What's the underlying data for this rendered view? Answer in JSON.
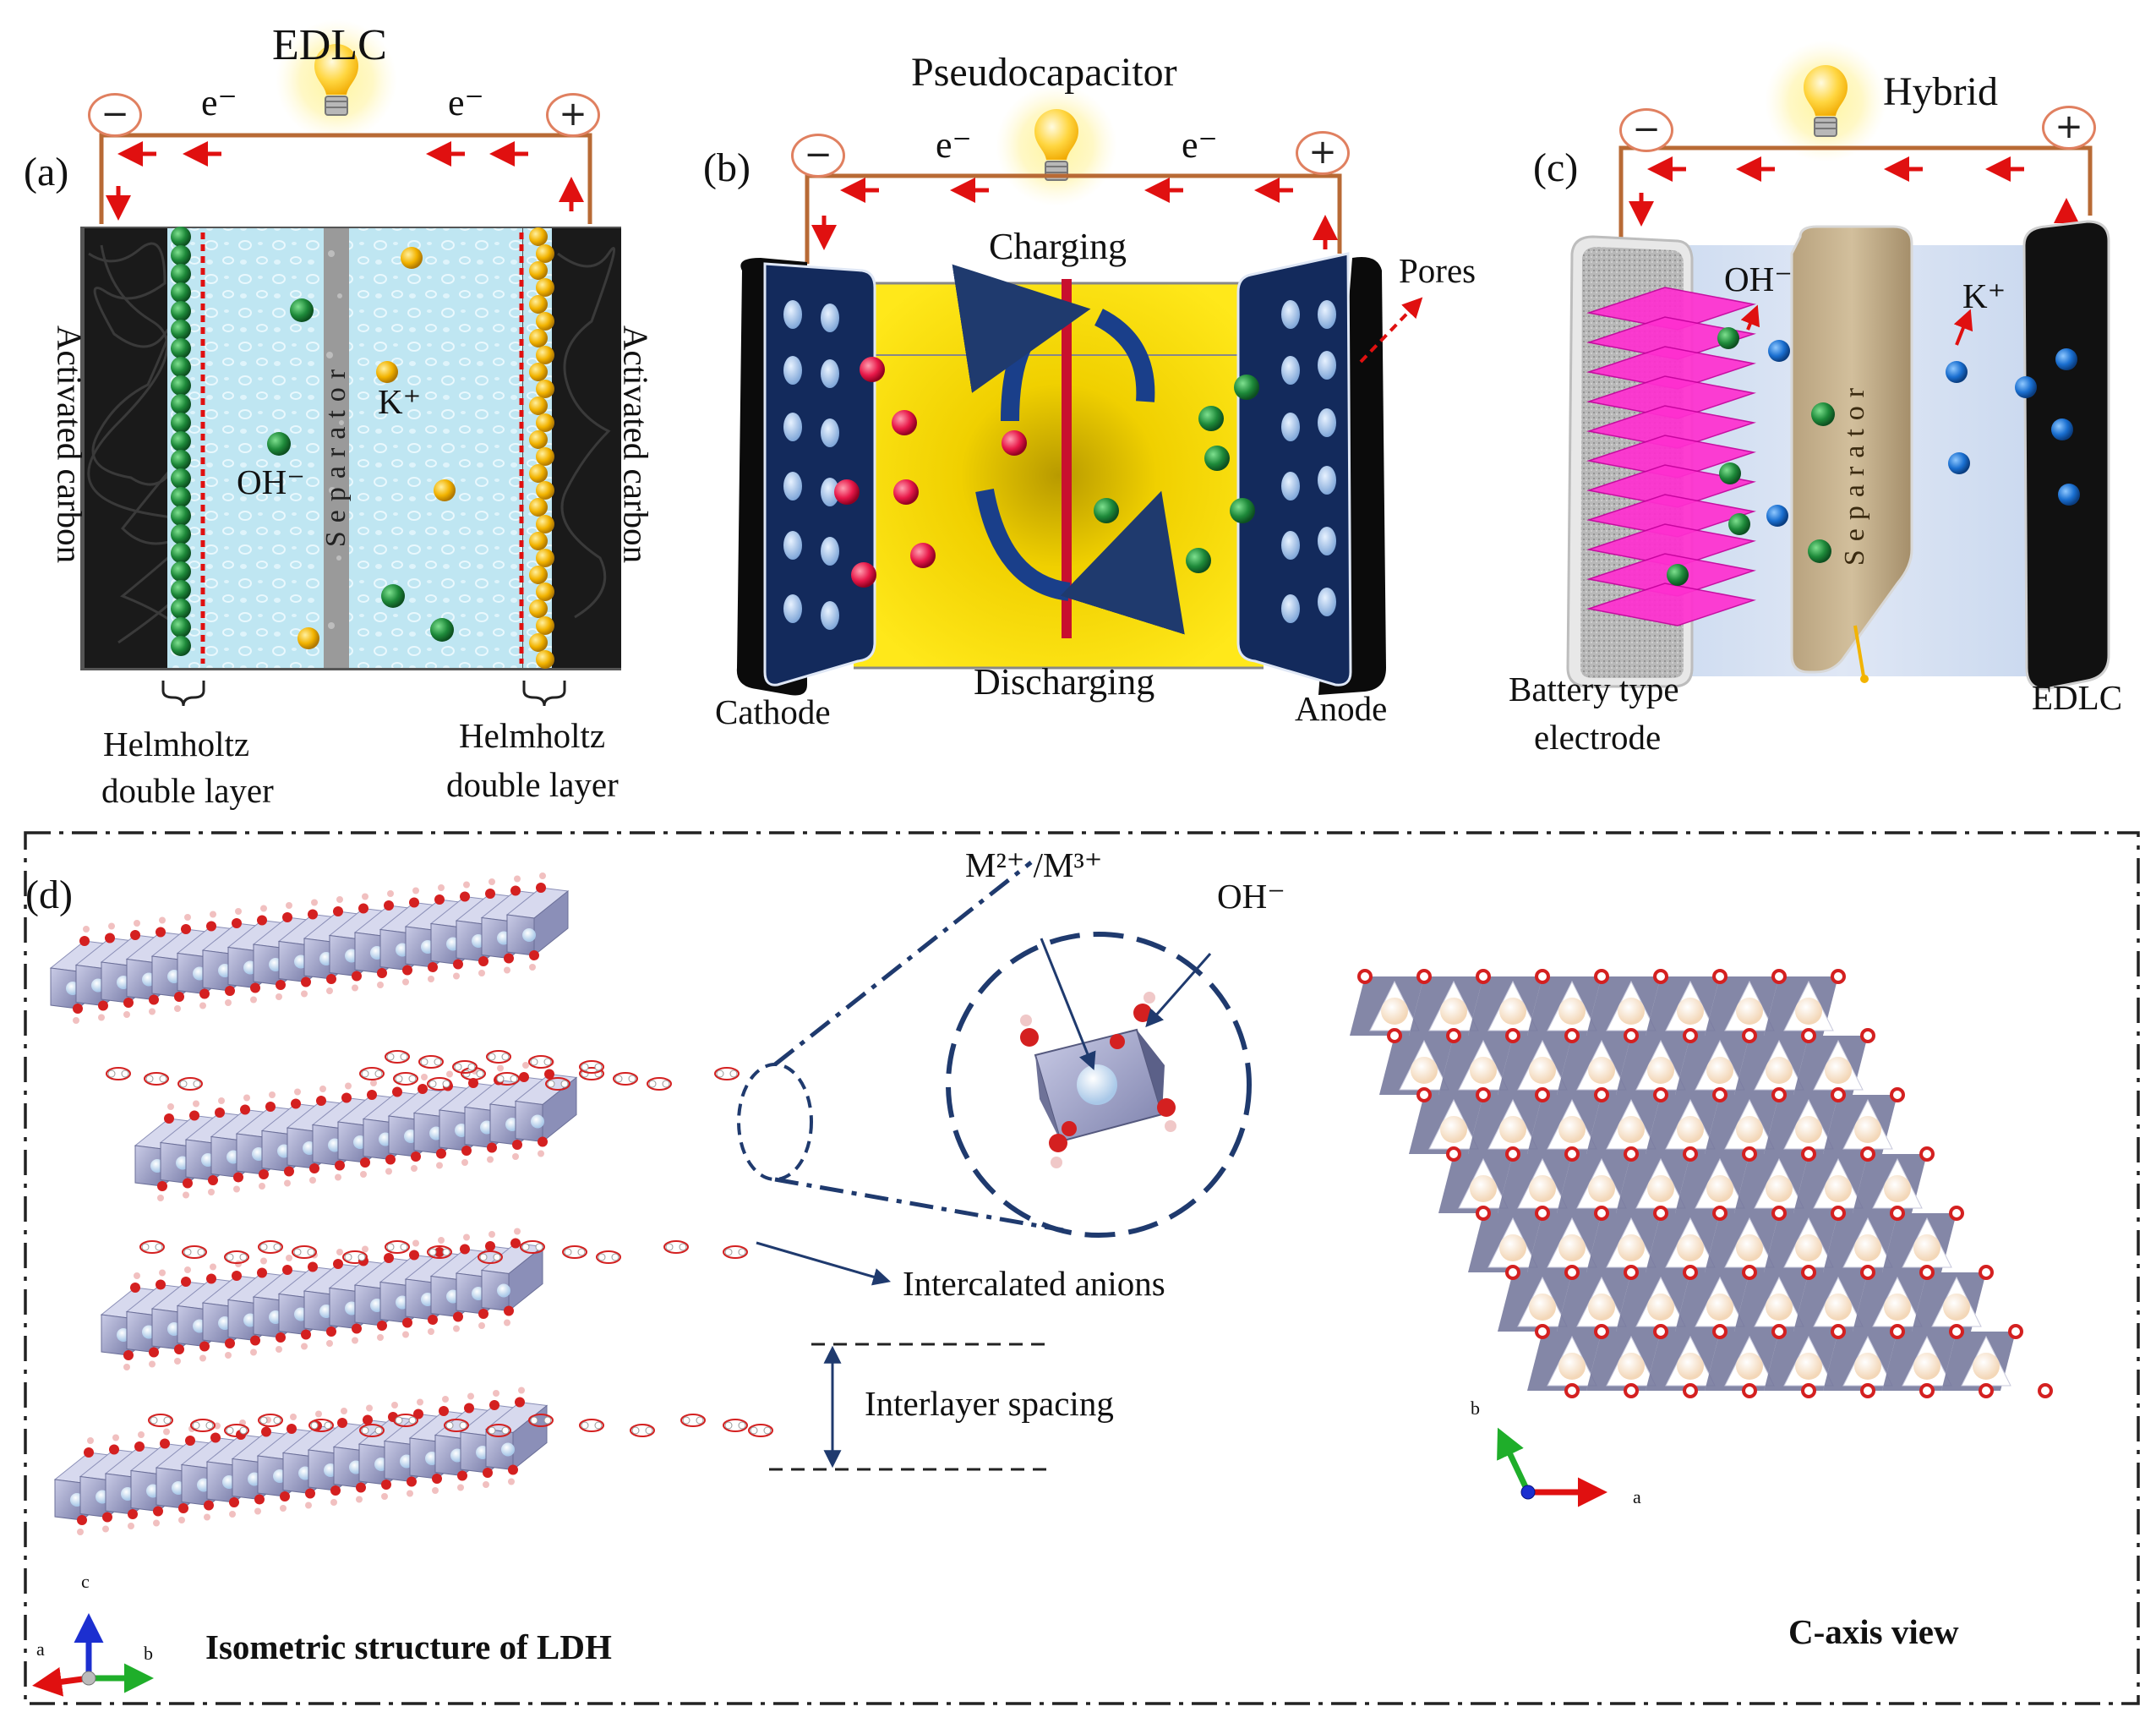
{
  "panel_a": {
    "tag": "(a)",
    "title": "EDLC",
    "minus": "−",
    "plus": "+",
    "electron_left": "e⁻",
    "electron_right": "e⁻",
    "electrode_left": "Activated carbon",
    "electrode_right": "Activated carbon",
    "separator": "Separator",
    "ion_oh": "OH⁻",
    "ion_k": "K⁺",
    "layer_left_line1": "Helmholtz",
    "layer_left_line2": "double layer",
    "layer_right_line1": "Helmholtz",
    "layer_right_line2": "double layer"
  },
  "panel_b": {
    "tag": "(b)",
    "title": "Pseudocapacitor",
    "minus": "−",
    "plus": "+",
    "electron_left": "e⁻",
    "electron_right": "e⁻",
    "charging": "Charging",
    "discharging": "Discharging",
    "pores": "Pores",
    "cathode": "Cathode",
    "anode": "Anode"
  },
  "panel_c": {
    "tag": "(c)",
    "title": "Hybrid",
    "minus": "−",
    "plus": "+",
    "ion_oh": "OH⁻",
    "ion_k": "K⁺",
    "separator": "Separator",
    "battery_line1": "Battery type",
    "battery_line2": "electrode",
    "edlc": "EDLC"
  },
  "panel_d": {
    "tag": "(d)",
    "metal_label": "M²⁺ /M³⁺",
    "hydroxide_label": "OH⁻",
    "anions_label": "Intercalated anions",
    "spacing_label": "Interlayer spacing",
    "iso_caption": "Isometric structure of LDH",
    "c_axis_caption": "C-axis view",
    "axis_iso_c": "c",
    "axis_iso_a": "a",
    "axis_iso_b": "b",
    "axis_top_b": "b",
    "axis_top_a": "a"
  },
  "colors": {
    "wire": "#b86a35",
    "arrow": "#e01010",
    "hydroxide_ion": "#1e8a3a",
    "potassium_ion": "#f2b300",
    "electrolyte": "#bfe6f2",
    "pseudo_bg": "#f5d800",
    "electrode_blue": "#132a5c",
    "magenta_sheet": "#ff2fd0",
    "octahedron": "#9ea3c8",
    "oxygen": "#d42020",
    "dashed_frame": "#222222"
  }
}
